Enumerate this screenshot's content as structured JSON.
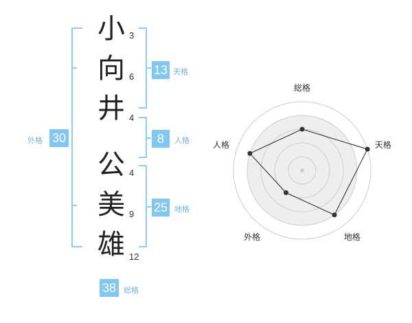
{
  "name": {
    "chars": [
      "小",
      "向",
      "井",
      "公",
      "美",
      "雄"
    ],
    "strokes": [
      "3",
      "6",
      "4",
      "4",
      "9",
      "12"
    ]
  },
  "kakusu": {
    "tenkaku": {
      "value": "13",
      "label": "天格"
    },
    "jinkaku": {
      "value": "8",
      "label": "人格"
    },
    "chikaku": {
      "value": "25",
      "label": "地格"
    },
    "gaikaku": {
      "value": "30",
      "label": "外格"
    },
    "soukaku": {
      "value": "38",
      "label": "総格"
    }
  },
  "chart_data": {
    "type": "radar",
    "axes": [
      "総格",
      "天格",
      "地格",
      "外格",
      "人格"
    ],
    "values": [
      0.6,
      1.0,
      0.8,
      0.4,
      0.8
    ],
    "rings": 4,
    "colors": {
      "accent": "#7fc7f5",
      "bracket": "#8ccdf6",
      "ring": "#cccccc",
      "fill": "#eeeeee",
      "line": "#222222"
    }
  }
}
